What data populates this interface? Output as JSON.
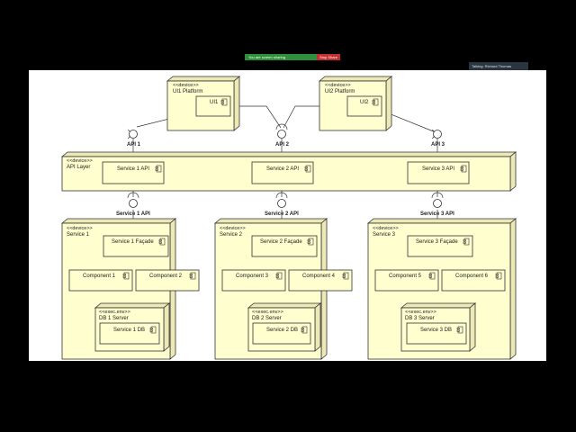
{
  "meeting": {
    "share_status": "You are screen sharing",
    "stop_label": "Stop Share",
    "talking": "Talking: Richard Thomas"
  },
  "diagram": {
    "platforms": [
      {
        "stereotype": "<<device>>",
        "name": "UI1 Platform",
        "component": "UI1"
      },
      {
        "stereotype": "<<device>>",
        "name": "UI2 Platform",
        "component": "UI2"
      }
    ],
    "apis": [
      "API 1",
      "API 2",
      "API 3"
    ],
    "api_layer": {
      "stereotype": "<<device>>",
      "name": "API Layer",
      "components": [
        "Service 1 API",
        "Service 2 API",
        "Service 3 API"
      ]
    },
    "service_interfaces": [
      "Service 1 API",
      "Service 2 API",
      "Service 3 API"
    ],
    "services": [
      {
        "stereotype": "<<device>>",
        "name": "Service 1",
        "facade": "Service 1 Façade",
        "components": [
          "Component 1",
          "Component 2"
        ],
        "db_server": {
          "stereotype": "<<exec.env>>",
          "name": "DB 1 Server",
          "db": "Service 1 DB"
        }
      },
      {
        "stereotype": "<<device>>",
        "name": "Service 2",
        "facade": "Service 2 Façade",
        "components": [
          "Component 3",
          "Component 4"
        ],
        "db_server": {
          "stereotype": "<<exec.env>>",
          "name": "DB 2 Server",
          "db": "Service 2 DB"
        }
      },
      {
        "stereotype": "<<device>>",
        "name": "Service 3",
        "facade": "Service 3 Façade",
        "components": [
          "Component 5",
          "Component 6"
        ],
        "db_server": {
          "stereotype": "<<exec.env>>",
          "name": "DB 3 Server",
          "db": "Service 3 DB"
        }
      }
    ]
  }
}
